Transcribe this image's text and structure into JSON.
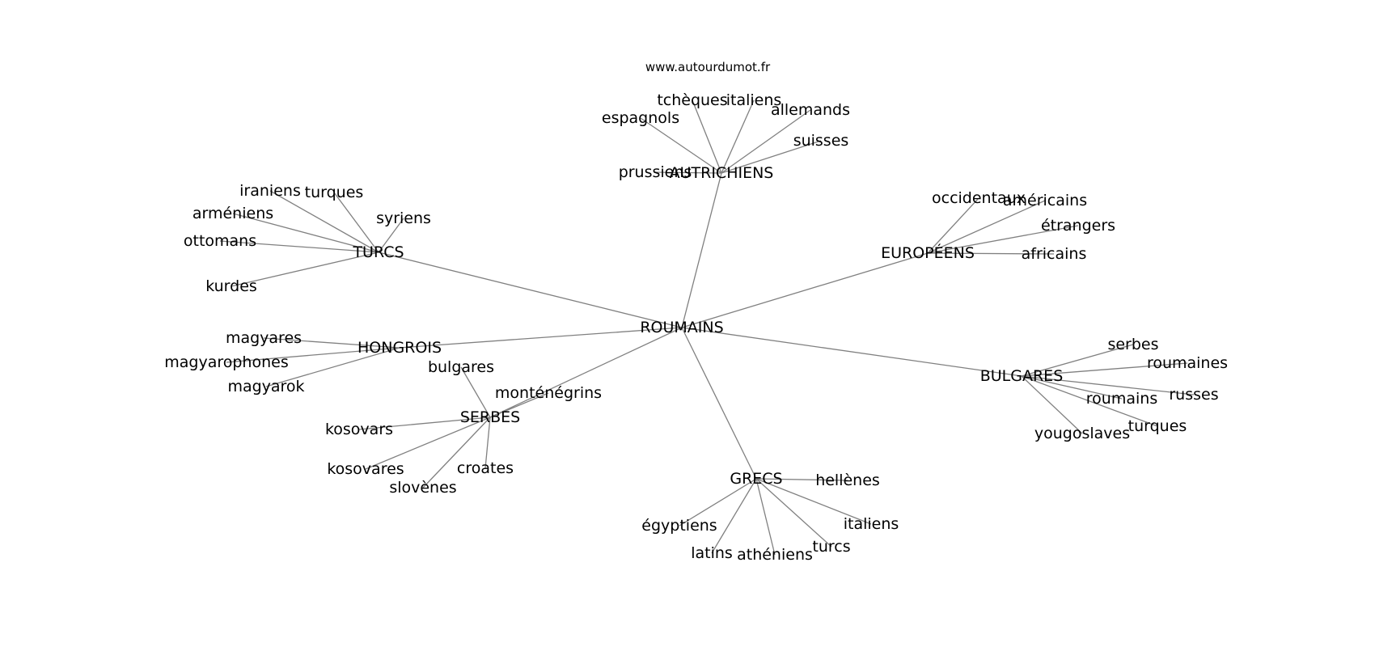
{
  "site": "www.autourdumot.fr",
  "graph": {
    "center": "ROUMAINS",
    "groups": [
      {
        "label": "AUTRICHIENS",
        "children": [
          "tchèques",
          "italiens",
          "espagnols",
          "allemands",
          "suisses",
          "prussiens"
        ]
      },
      {
        "label": "TURCS",
        "children": [
          "iraniens",
          "turques",
          "arméniens",
          "syriens",
          "ottomans",
          "kurdes"
        ]
      },
      {
        "label": "EUROPÉENS",
        "children": [
          "occidentaux",
          "américains",
          "étrangers",
          "africains"
        ]
      },
      {
        "label": "HONGROIS",
        "children": [
          "magyares",
          "magyarophones",
          "magyarok"
        ]
      },
      {
        "label": "SERBES",
        "children": [
          "bulgares",
          "monténégrins",
          "kosovars",
          "kosovares",
          "croates",
          "slovènes"
        ]
      },
      {
        "label": "BULGARES",
        "children": [
          "serbes",
          "roumaines",
          "russes",
          "roumains",
          "turques",
          "yougoslaves"
        ]
      },
      {
        "label": "GRECS",
        "children": [
          "hellènes",
          "égyptiens",
          "italiens",
          "latins",
          "athéniens",
          "turcs"
        ]
      }
    ]
  }
}
